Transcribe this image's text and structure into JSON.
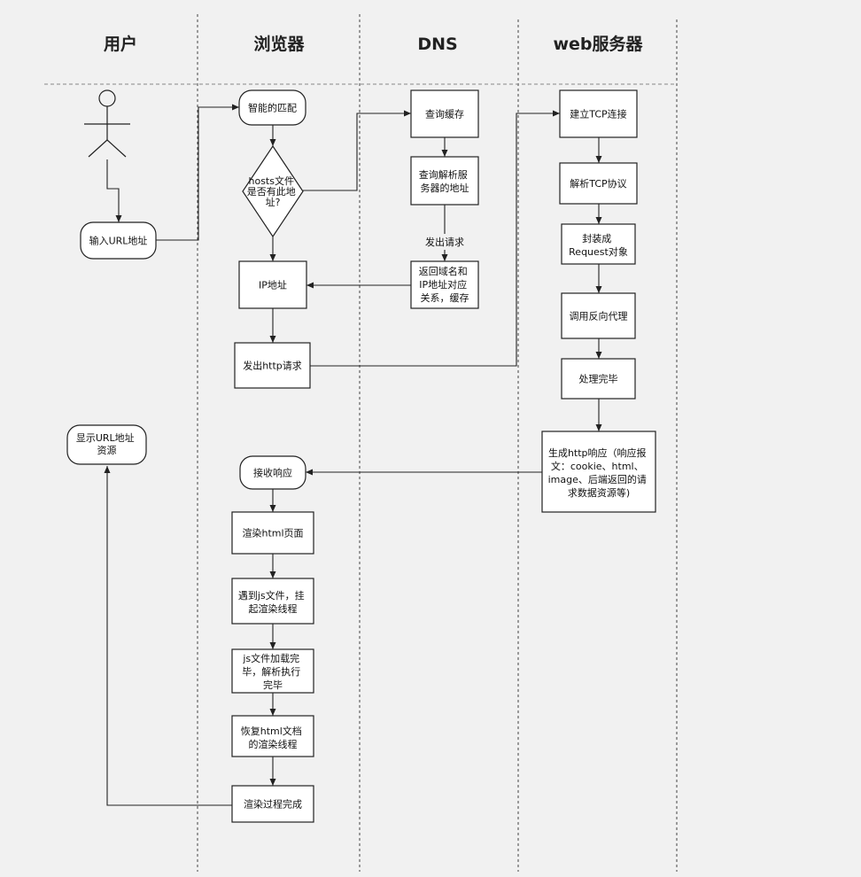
{
  "lanes": {
    "user": "用户",
    "browser": "浏览器",
    "dns": "DNS",
    "server": "web服务器"
  },
  "nodes": {
    "input_url": [
      "输入URL地址"
    ],
    "smart_match": [
      "智能的匹配"
    ],
    "hosts_check": [
      "hosts文件",
      "是否有此地",
      "址?"
    ],
    "ip_address": [
      "IP地址"
    ],
    "send_http": [
      "发出http请求"
    ],
    "query_cache": [
      "查询缓存"
    ],
    "query_resolver": [
      "查询解析服",
      "务器的地址"
    ],
    "return_mapping": [
      "返回域名和",
      "IP地址对应",
      "关系，缓存"
    ],
    "build_tcp": [
      "建立TCP连接"
    ],
    "parse_tcp": [
      "解析TCP协议"
    ],
    "wrap_request": [
      "封装成",
      "Request对象"
    ],
    "reverse_proxy": [
      "调用反向代理"
    ],
    "process_done": [
      "处理完毕"
    ],
    "gen_response": [
      "生成http响应（响应报",
      "文：cookie、html、",
      "image、后端返回的请",
      "求数据资源等)"
    ],
    "receive_response": [
      "接收响应"
    ],
    "render_html": [
      "渲染html页面"
    ],
    "meet_js": [
      "遇到js文件，挂",
      "起渲染线程"
    ],
    "js_loaded": [
      "js文件加载完",
      "毕，解析执行",
      "完毕"
    ],
    "resume_render": [
      "恢复html文档",
      "的渲染线程"
    ],
    "render_done": [
      "渲染过程完成"
    ],
    "show_resource": [
      "显示URL地址",
      "资源"
    ]
  },
  "edge_labels": {
    "send_request": "发出请求"
  }
}
